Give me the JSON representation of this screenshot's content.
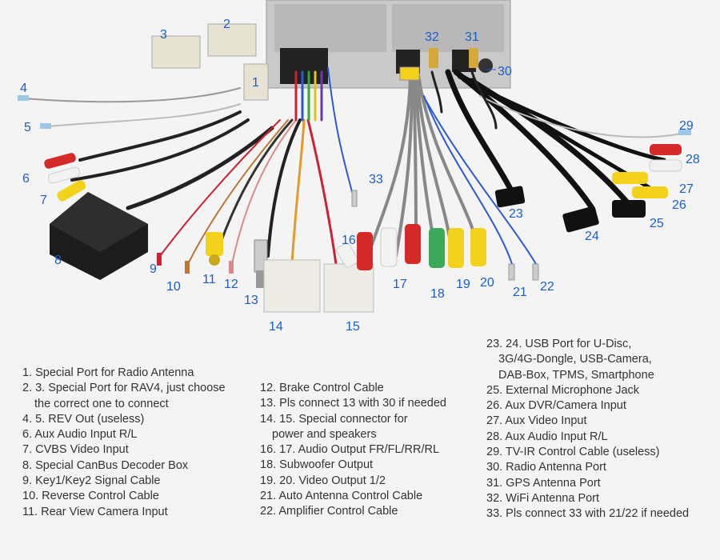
{
  "callouts": {
    "c1": "1",
    "c2": "2",
    "c3": "3",
    "c4": "4",
    "c5": "5",
    "c6": "6",
    "c7": "7",
    "c8": "8",
    "c9": "9",
    "c10": "10",
    "c11": "11",
    "c12": "12",
    "c13": "13",
    "c14": "14",
    "c15": "15",
    "c16": "16",
    "c17": "17",
    "c18": "18",
    "c19": "19",
    "c20": "20",
    "c21": "21",
    "c22": "22",
    "c23": "23",
    "c24": "24",
    "c25": "25",
    "c26": "26",
    "c27": "27",
    "c28": "28",
    "c29": "29",
    "c30": "30",
    "c31": "31",
    "c32": "32",
    "c33": "33"
  },
  "legend": {
    "col1": [
      "1. Special Port for Radio Antenna",
      "2. 3. Special Port for RAV4, just choose",
      "the correct one to connect",
      "4. 5. REV Out (useless)",
      "6. Aux Audio Input R/L",
      "7. CVBS Video Input",
      "8. Special CanBus Decoder Box",
      "9. Key1/Key2 Signal Cable",
      "10. Reverse Control Cable",
      "11. Rear View Camera Input"
    ],
    "col2": [
      "12. Brake Control Cable",
      "13. Pls connect 13 with 30 if needed",
      "14. 15. Special connector for",
      "power and speakers",
      "16. 17. Audio Output FR/FL/RR/RL",
      "18. Subwoofer Output",
      "19. 20. Video Output 1/2",
      "21. Auto Antenna Control Cable",
      "22. Amplifier Control Cable"
    ],
    "col3": [
      "23. 24. USB Port for U-Disc,",
      "3G/4G-Dongle, USB-Camera,",
      "DAB-Box, TPMS, Smartphone",
      "25. External Microphone Jack",
      "26. Aux DVR/Camera Input",
      "27. Aux Video Input",
      "28. Aux Audio Input R/L",
      "29. TV-IR Control Cable (useless)",
      "30. Radio Antenna Port",
      "31. GPS Antenna Port",
      "32. WiFi Antenna Port",
      "33. Pls connect 33 with 21/22 if needed"
    ]
  },
  "colors": {
    "callout": "#1a5fc8",
    "text": "#333333",
    "background": "#f4f4f4",
    "rca_red": "#d42a2a",
    "rca_white": "#f2f2f2",
    "rca_yellow": "#f2d21a",
    "rca_green": "#3aaa5a"
  }
}
